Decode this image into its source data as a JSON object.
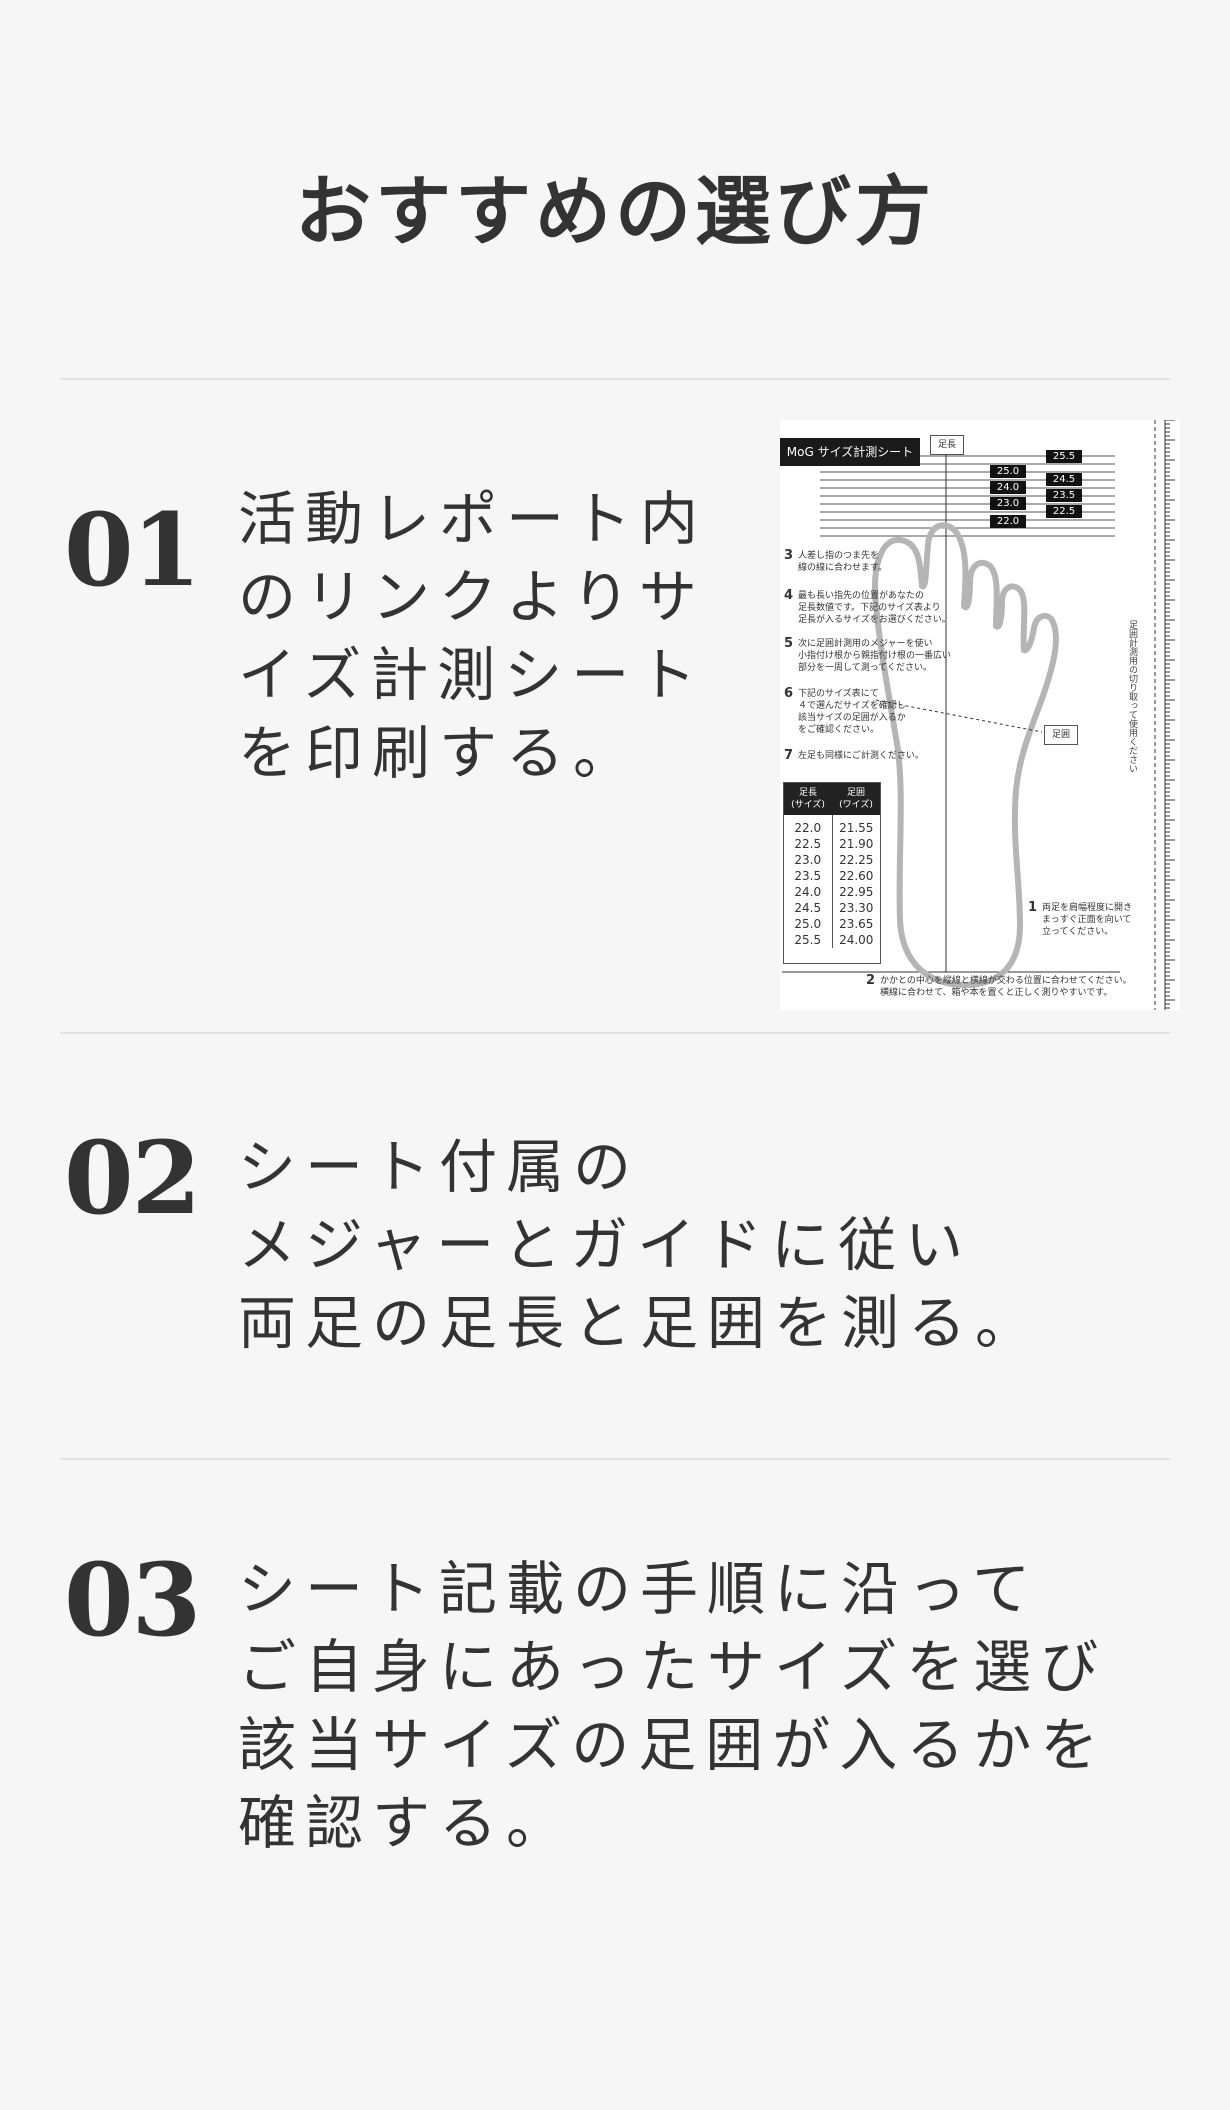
{
  "page_title": "おすすめの選び方",
  "steps": [
    {
      "num": "01",
      "lines": [
        "活動レポート内",
        "のリンクよりサ",
        "イズ計測シート",
        "を印刷する。"
      ]
    },
    {
      "num": "02",
      "lines": [
        "シート付属の",
        "メジャーとガイドに従い",
        "両足の足長と足囲を測る。"
      ]
    },
    {
      "num": "03",
      "lines": [
        "シート記載の手順に沿って",
        "ご自身にあったサイズを選び",
        "該当サイズの足囲が入るかを",
        "確認する。"
      ]
    }
  ],
  "sheet": {
    "title": "MoG サイズ計測シート",
    "label_length": "足長",
    "label_girth": "足囲",
    "size_marks": [
      "25.5",
      "25.0",
      "24.5",
      "24.0",
      "23.5",
      "23.0",
      "22.5",
      "22.0"
    ],
    "instructions": [
      {
        "n": "3",
        "lines": [
          "人差し指のつま先を",
          "線の線に合わせます。"
        ]
      },
      {
        "n": "4",
        "lines": [
          "最も長い指先の位置があなたの",
          "足長数値です。下記のサイズ表より",
          "足長が入るサイズをお選びください。"
        ]
      },
      {
        "n": "5",
        "lines": [
          "次に足囲計測用のメジャーを使い",
          "小指付け根から親指付け根の一番広い",
          "部分を一周して測ってください。"
        ]
      },
      {
        "n": "6",
        "lines": [
          "下記のサイズ表にて",
          "４で選んだサイズを確認し",
          "該当サイズの足囲が入るか",
          "をご確認ください。"
        ]
      },
      {
        "n": "7",
        "lines": [
          "左足も同様にご計測ください。"
        ]
      }
    ],
    "note1": {
      "n": "1",
      "lines": [
        "両足を肩幅程度に開き",
        "まっすぐ正面を向いて",
        "立ってください。"
      ]
    },
    "note2": {
      "n": "2",
      "lines": [
        "かかとの中心を縦線と横線が交わる位置に合わせてください。",
        "横線に合わせて、箱や本を置くと正しく測りやすいです。"
      ]
    },
    "vertical_note": "足囲計測用の切り取って使用ください",
    "table": {
      "head_left": [
        "足長",
        "(サイズ)"
      ],
      "head_right": [
        "足囲",
        "(ワイズ)"
      ],
      "sizes": [
        "22.0",
        "22.5",
        "23.0",
        "23.5",
        "24.0",
        "24.5",
        "25.0",
        "25.5"
      ],
      "girths": [
        "21.55",
        "21.90",
        "22.25",
        "22.60",
        "22.95",
        "23.30",
        "23.65",
        "24.00"
      ]
    }
  }
}
